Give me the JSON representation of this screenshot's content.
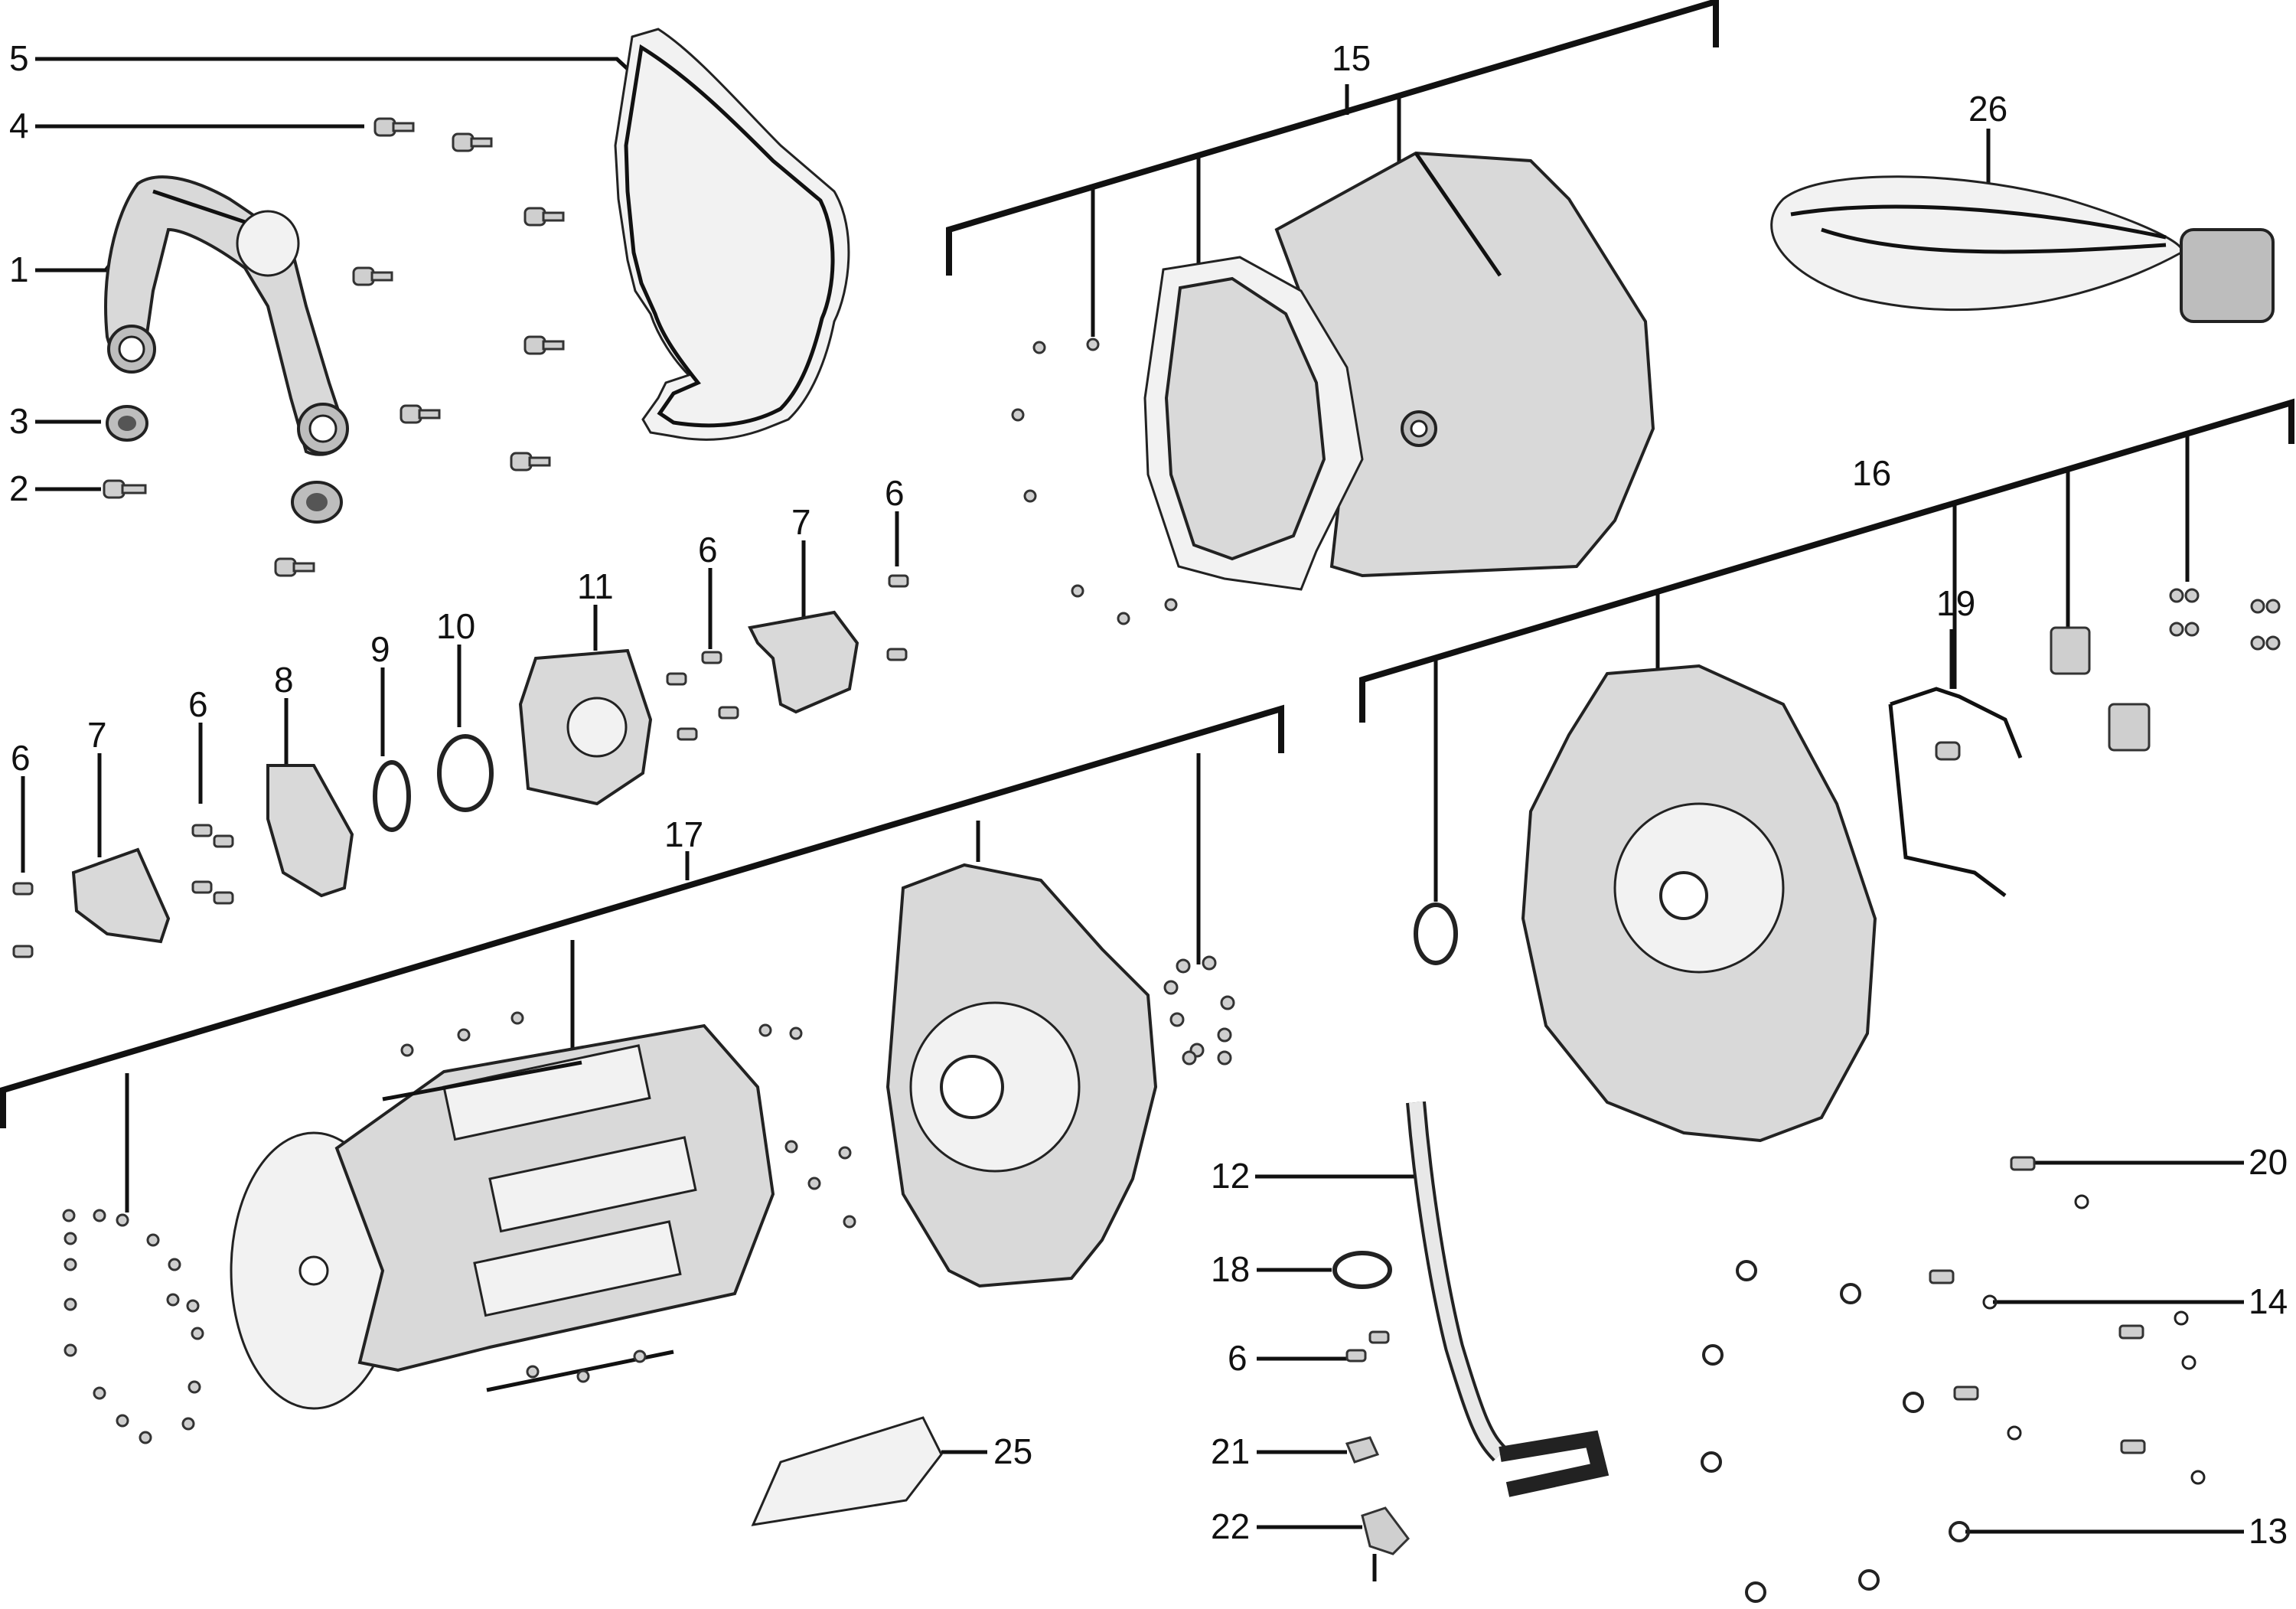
{
  "callouts": [
    {
      "key": "c5",
      "text": "5"
    },
    {
      "key": "c4",
      "text": "4"
    },
    {
      "key": "c1",
      "text": "1"
    },
    {
      "key": "c3",
      "text": "3"
    },
    {
      "key": "c2",
      "text": "2"
    },
    {
      "key": "c15",
      "text": "15"
    },
    {
      "key": "c26",
      "text": "26"
    },
    {
      "key": "c16",
      "text": "16"
    },
    {
      "key": "c19",
      "text": "19"
    },
    {
      "key": "c6a",
      "text": "6"
    },
    {
      "key": "c7a",
      "text": "7"
    },
    {
      "key": "c6b",
      "text": "6"
    },
    {
      "key": "c11",
      "text": "11"
    },
    {
      "key": "c10",
      "text": "10"
    },
    {
      "key": "c9",
      "text": "9"
    },
    {
      "key": "c8",
      "text": "8"
    },
    {
      "key": "c6c",
      "text": "6"
    },
    {
      "key": "c7b",
      "text": "7"
    },
    {
      "key": "c6d",
      "text": "6"
    },
    {
      "key": "c17",
      "text": "17"
    },
    {
      "key": "c12",
      "text": "12"
    },
    {
      "key": "c18",
      "text": "18"
    },
    {
      "key": "c6e",
      "text": "6"
    },
    {
      "key": "c21",
      "text": "21"
    },
    {
      "key": "c22",
      "text": "22"
    },
    {
      "key": "c25",
      "text": "25"
    },
    {
      "key": "c20",
      "text": "20"
    },
    {
      "key": "c14",
      "text": "14"
    },
    {
      "key": "c13",
      "text": "13"
    }
  ],
  "labels": {
    "c5": "5",
    "c4": "4",
    "c1": "1",
    "c3": "3",
    "c2": "2",
    "c15": "15",
    "c26": "26",
    "c16": "16",
    "c19": "19",
    "c6a": "6",
    "c7a": "7",
    "c6b": "6",
    "c11": "11",
    "c10": "10",
    "c9": "9",
    "c8": "8",
    "c6c": "6",
    "c7b": "7",
    "c6d": "6",
    "c17": "17",
    "c12": "12",
    "c18": "18",
    "c6e": "6",
    "c21": "21",
    "c22": "22",
    "c25": "25",
    "c20": "20",
    "c14": "14",
    "c13": "13"
  }
}
